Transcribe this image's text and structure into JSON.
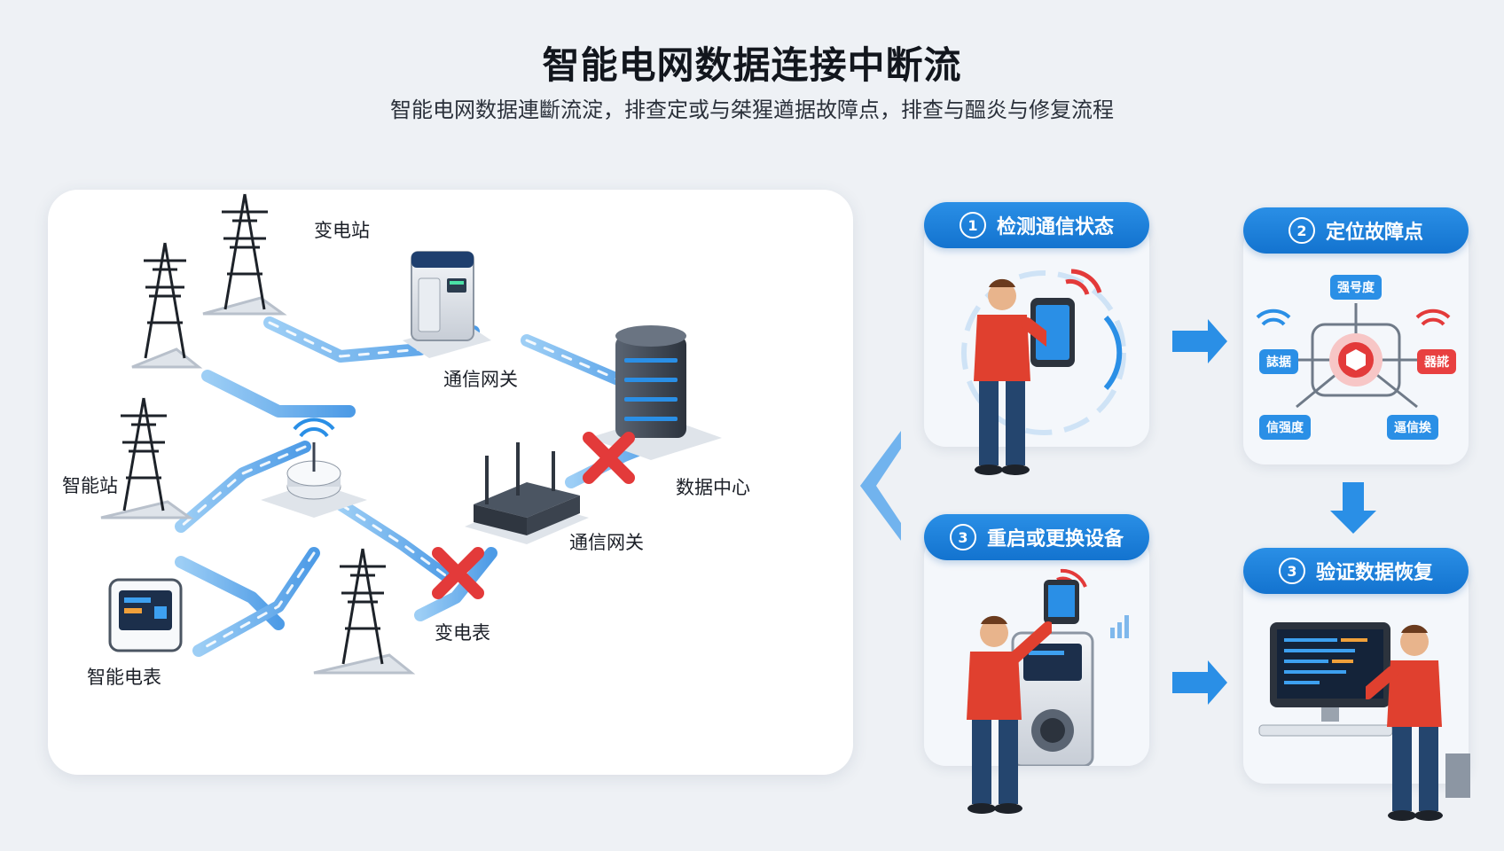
{
  "header": {
    "title": "智能电网数据连接中断流",
    "subtitle": "智能电网数据連斷流淀，排查定或与桀猩遒据故障点，排查与醞炎与修复流程"
  },
  "network": {
    "labels": {
      "substation_top": "变电站",
      "gateway_top": "通信网关",
      "smart_station": "智能站",
      "data_center": "数据中心",
      "gateway_mid": "通信网关",
      "meter_station": "变电表",
      "smart_meter": "智能电表"
    }
  },
  "steps": [
    {
      "num": "1",
      "label": "检测通信状态"
    },
    {
      "num": "2",
      "label": "定位故障点"
    },
    {
      "num": "3",
      "label": "重启或更换设备"
    },
    {
      "num": "3",
      "label": "验证数据恢复"
    }
  ],
  "fault_map": {
    "top": "强号度",
    "left": "誌据",
    "right": "器誮",
    "bottom_left": "信强度",
    "bottom_right": "逼信挨"
  },
  "colors": {
    "accent": "#1d7fe0",
    "link": "#4da3ee",
    "fault": "#e33a3a",
    "worker_shirt": "#e0402f",
    "worker_pants": "#24456e"
  }
}
